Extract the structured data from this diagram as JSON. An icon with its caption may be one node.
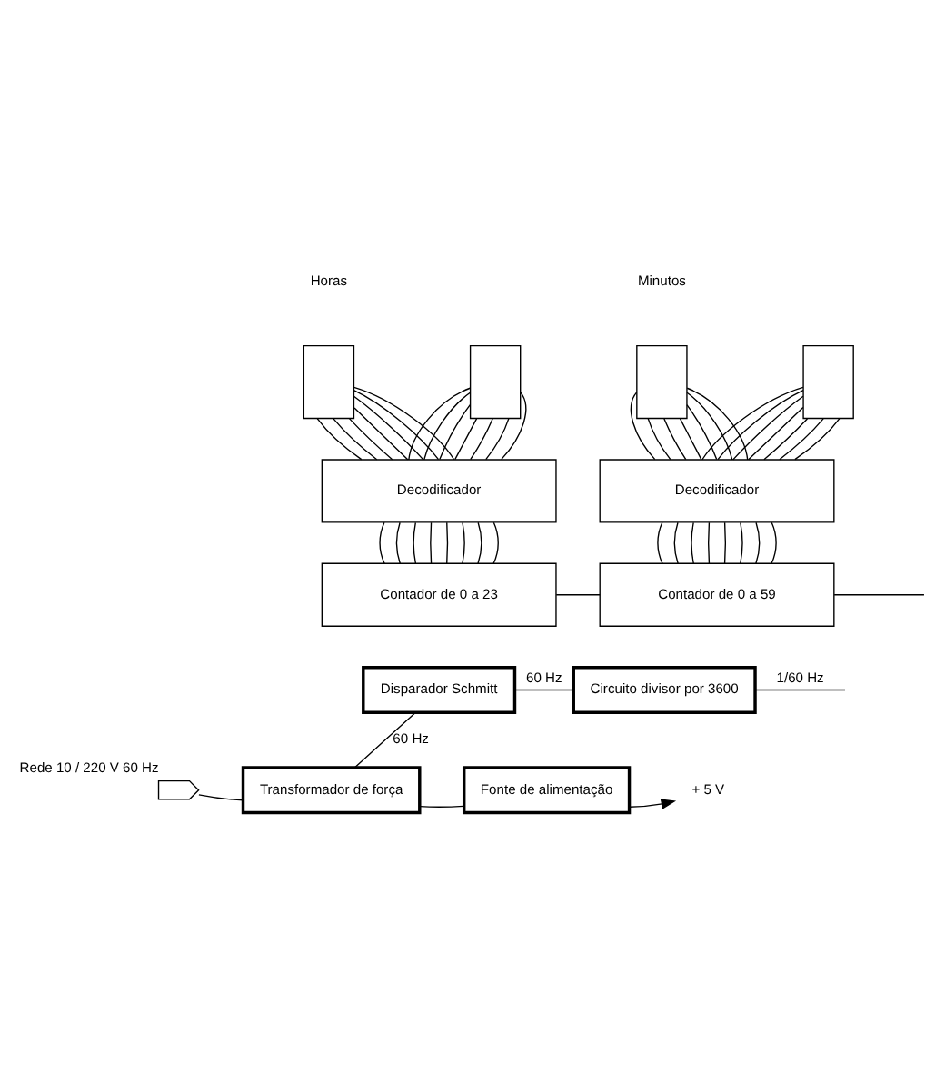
{
  "diagram": {
    "nodes": [
      {
        "text": [],
        "shape": "display"
      },
      {
        "text": [],
        "shape": "display"
      },
      {
        "text": [],
        "shape": "display"
      },
      {
        "text": [],
        "shape": "display"
      },
      {
        "text": [
          "Decodificador"
        ]
      },
      {
        "text": [
          "Decodificador"
        ]
      },
      {
        "text": [
          "Contador de 0 a 23"
        ]
      },
      {
        "text": [
          "Contador de 0 a 59"
        ]
      },
      {
        "text": [
          "Disparador Schmitt"
        ]
      },
      {
        "text": [
          "Circuito divisor por 3600"
        ]
      },
      {
        "text": [],
        "shape": "plug",
        "beside": [
          "Rede 10 / 220 V 60 Hz"
        ]
      },
      {
        "text": [
          "Transformador de força"
        ]
      },
      {
        "text": [
          "Fonte de alimentação"
        ]
      },
      {
        "text": [
          "+ 5 V"
        ]
      }
    ],
    "edges": [
      {
        "from": 0,
        "to": 4,
        "arrow": "none"
      },
      {
        "from": 0,
        "to": 4,
        "arrow": "none"
      },
      {
        "from": 0,
        "to": 4,
        "arrow": "none"
      },
      {
        "from": 0,
        "to": 4,
        "arrow": "none"
      },
      {
        "from": 0,
        "to": 4,
        "arrow": "none"
      },
      {
        "from": 0,
        "to": 4,
        "arrow": "none"
      },
      {
        "from": 0,
        "to": 4,
        "arrow": "none"
      },
      {
        "from": 1,
        "to": 4,
        "arrow": "none"
      },
      {
        "from": 1,
        "to": 4,
        "arrow": "none"
      },
      {
        "from": 1,
        "to": 4,
        "arrow": "none"
      },
      {
        "from": 1,
        "to": 4,
        "arrow": "none"
      },
      {
        "from": 1,
        "to": 4,
        "arrow": "none"
      },
      {
        "from": 1,
        "to": 4,
        "arrow": "none"
      },
      {
        "from": 1,
        "to": 4,
        "arrow": "none"
      },
      {
        "from": 2,
        "to": 5,
        "arrow": "none"
      },
      {
        "from": 2,
        "to": 5,
        "arrow": "none"
      },
      {
        "from": 2,
        "to": 5,
        "arrow": "none"
      },
      {
        "from": 2,
        "to": 5,
        "arrow": "none"
      },
      {
        "from": 2,
        "to": 5,
        "arrow": "none"
      },
      {
        "from": 2,
        "to": 5,
        "arrow": "none"
      },
      {
        "from": 2,
        "to": 5,
        "arrow": "none"
      },
      {
        "from": 3,
        "to": 5,
        "arrow": "none"
      },
      {
        "from": 3,
        "to": 5,
        "arrow": "none"
      },
      {
        "from": 3,
        "to": 5,
        "arrow": "none"
      },
      {
        "from": 3,
        "to": 5,
        "arrow": "none"
      },
      {
        "from": 3,
        "to": 5,
        "arrow": "none"
      },
      {
        "from": 3,
        "to": 5,
        "arrow": "none"
      },
      {
        "from": 3,
        "to": 5,
        "arrow": "none"
      },
      {
        "from": 4,
        "to": 6,
        "arrow": "none"
      },
      {
        "from": 4,
        "to": 6,
        "arrow": "none"
      },
      {
        "from": 4,
        "to": 6,
        "arrow": "none"
      },
      {
        "from": 4,
        "to": 6,
        "arrow": "none"
      },
      {
        "from": 4,
        "to": 6,
        "arrow": "none"
      },
      {
        "from": 4,
        "to": 6,
        "arrow": "none"
      },
      {
        "from": 4,
        "to": 6,
        "arrow": "none"
      },
      {
        "from": 4,
        "to": 6,
        "arrow": "none"
      },
      {
        "from": 5,
        "to": 7,
        "arrow": "none"
      },
      {
        "from": 5,
        "to": 7,
        "arrow": "none"
      },
      {
        "from": 5,
        "to": 7,
        "arrow": "none"
      },
      {
        "from": 5,
        "to": 7,
        "arrow": "none"
      },
      {
        "from": 5,
        "to": 7,
        "arrow": "none"
      },
      {
        "from": 5,
        "to": 7,
        "arrow": "none"
      },
      {
        "from": 5,
        "to": 7,
        "arrow": "none"
      },
      {
        "from": 5,
        "to": 7,
        "arrow": "none"
      },
      {
        "from": 6,
        "to": 7,
        "arrow": "none"
      },
      {
        "from": 7,
        "to": null,
        "arrow": "none"
      },
      {
        "from": 10,
        "to": 11,
        "arrow": "none"
      },
      {
        "from": 11,
        "to": 8,
        "label": "60 Hz",
        "arrow": "none"
      },
      {
        "from": 11,
        "to": 12,
        "arrow": "none"
      },
      {
        "from": 8,
        "to": 9,
        "label": "60 Hz",
        "arrow": "none"
      },
      {
        "from": 9,
        "to": null,
        "label": "1/60 Hz",
        "arrow": "none"
      },
      {
        "from": 12,
        "to": 13,
        "arrow": "to"
      }
    ],
    "labels": [
      "Horas",
      "Minutos"
    ]
  }
}
